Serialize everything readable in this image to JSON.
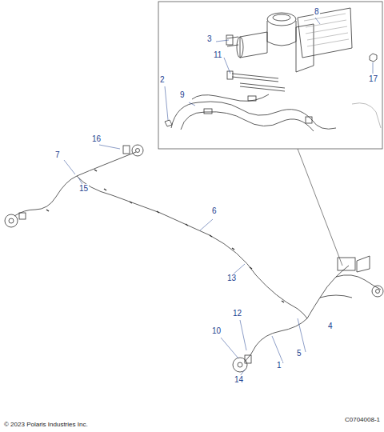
{
  "diagram": {
    "labels": [
      "8",
      "3",
      "11",
      "2",
      "9",
      "17",
      "16",
      "7",
      "15",
      "6",
      "13",
      "12",
      "10",
      "4",
      "5",
      "1",
      "14",
      "© 2023 Polaris Industries Inc.",
      "C0704008-1"
    ]
  }
}
